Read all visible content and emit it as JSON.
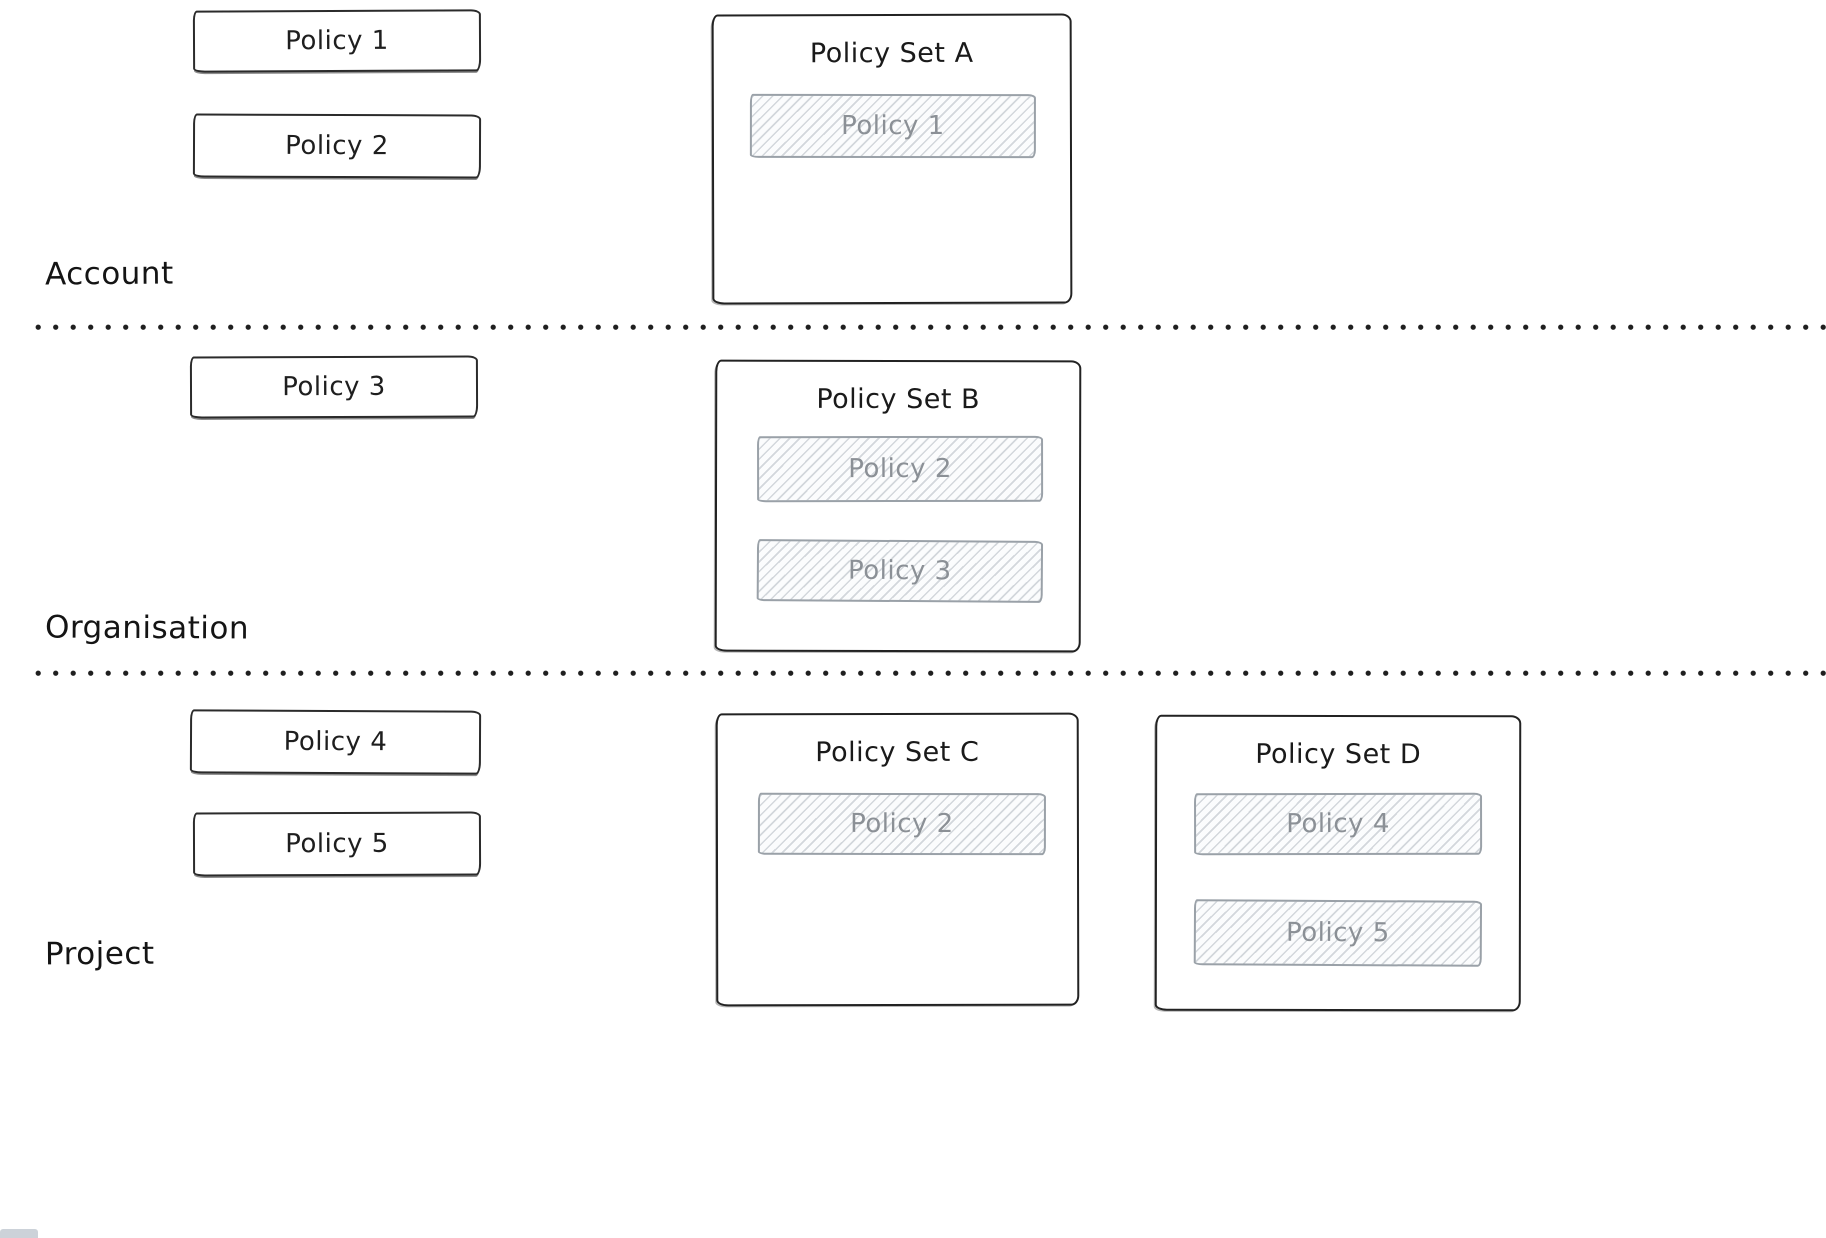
{
  "lanes": [
    {
      "label": "Account",
      "policies": [
        "Policy 1",
        "Policy 2"
      ],
      "policy_sets": [
        {
          "title": "Policy Set A",
          "members": [
            "Policy 1"
          ]
        }
      ]
    },
    {
      "label": "Organisation",
      "policies": [
        "Policy 3"
      ],
      "policy_sets": [
        {
          "title": "Policy Set B",
          "members": [
            "Policy 2",
            "Policy 3"
          ]
        }
      ]
    },
    {
      "label": "Project",
      "policies": [
        "Policy 4",
        "Policy 5"
      ],
      "policy_sets": [
        {
          "title": "Policy Set C",
          "members": [
            "Policy 2"
          ]
        },
        {
          "title": "Policy Set D",
          "members": [
            "Policy 4",
            "Policy 5"
          ]
        }
      ]
    }
  ],
  "colors": {
    "background": "#ffffff",
    "ink": "#1e1e1e",
    "muted": "#8b9096",
    "hatch_bg": "#fbfcfd"
  }
}
